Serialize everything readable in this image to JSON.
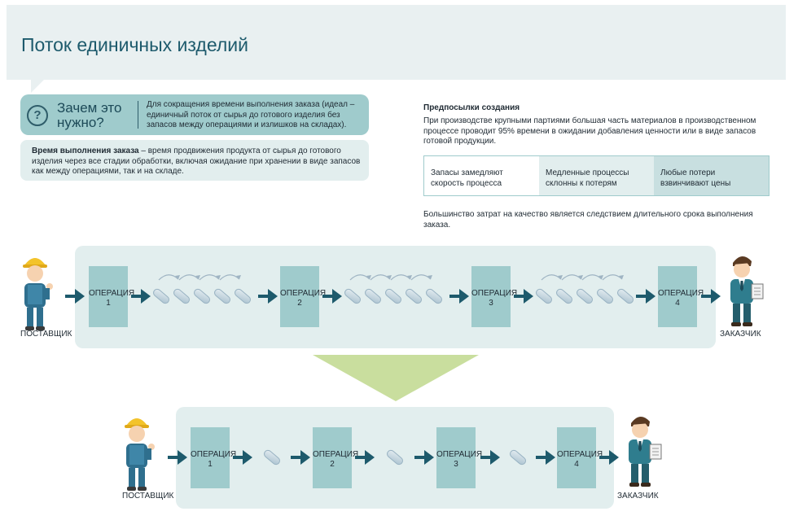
{
  "title": "Поток единичных изделий",
  "why": {
    "icon": "question-icon",
    "title": "Зачем это нужно?",
    "text": "Для сокращения времени выполнения заказа (идеал – единичный поток от сырья до готового изделия без запасов между операциями и излишков на складах)."
  },
  "definition": {
    "term": "Время выполнения заказа",
    "text": " – время продвижения продукта от сырья до готового изделия через все стадии обработки, включая ожидание при хранении в виде запасов как между операциями, так и на складе."
  },
  "prerequisites": {
    "title": "Предпосылки создания",
    "text": "При производстве крупными партиями большая часть материалов в производственном процессе проводит 95% времени в ожидании добавления ценности или в виде запасов готовой продукции.",
    "cells": [
      "Запасы замедляют скорость процесса",
      "Медленные процессы склонны к потерям",
      "Любые потери взвинчивают цены"
    ],
    "conclusion": "Большинство затрат на качество является следствием длительного срока выполнения заказа."
  },
  "flow_top": {
    "supplier": "ПОСТАВЩИК",
    "customer": "ЗАКАЗЧИК",
    "operations": [
      {
        "label": "ОПЕРАЦИЯ",
        "num": "1"
      },
      {
        "label": "ОПЕРАЦИЯ",
        "num": "2"
      },
      {
        "label": "ОПЕРАЦИЯ",
        "num": "3"
      },
      {
        "label": "ОПЕРАЦИЯ",
        "num": "4"
      }
    ]
  },
  "flow_bottom": {
    "supplier": "ПОСТАВЩИК",
    "customer": "ЗАКАЗЧИК",
    "operations": [
      {
        "label": "ОПЕРАЦИЯ",
        "num": "1"
      },
      {
        "label": "ОПЕРАЦИЯ",
        "num": "2"
      },
      {
        "label": "ОПЕРАЦИЯ",
        "num": "3"
      },
      {
        "label": "ОПЕРАЦИЯ",
        "num": "4"
      }
    ]
  },
  "colors": {
    "accent": "#1d5a6c",
    "arrow": "#1d5a6c",
    "op_fill": "#9fcbcc",
    "panel": "#e2eeee",
    "funnel": "#c9de9e"
  }
}
